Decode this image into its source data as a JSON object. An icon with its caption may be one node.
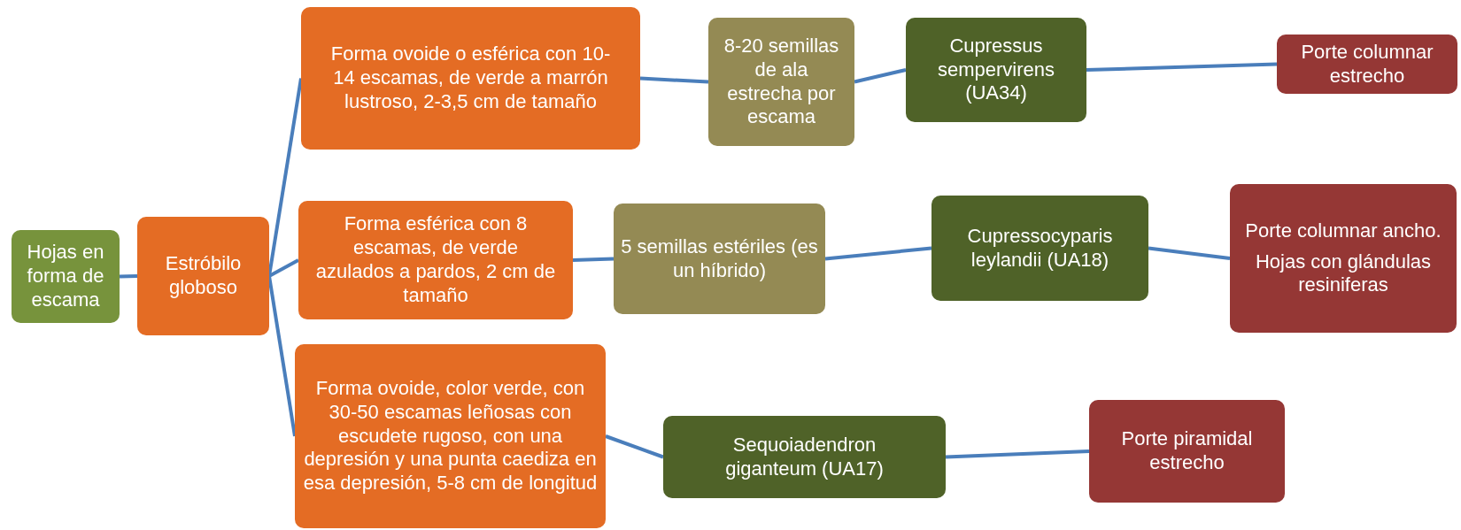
{
  "diagram": {
    "nodes": [
      {
        "text": [
          "Hojas en forma de escama"
        ]
      },
      {
        "text": [
          "Estróbilo globoso"
        ]
      },
      {
        "text": [
          "Forma ovoide o esférica con 10-14 escamas, de verde a marrón lustroso, 2-3,5 cm de tamaño"
        ]
      },
      {
        "text": [
          "8-20 semillas de ala estrecha por escama"
        ]
      },
      {
        "text": [
          "Cupressus sempervirens (UA34)"
        ]
      },
      {
        "text": [
          "Porte columnar estrecho"
        ]
      },
      {
        "text": [
          "Forma esférica con 8 escamas, de verde azulados a pardos, 2 cm de tamaño"
        ]
      },
      {
        "text": [
          "5 semillas estériles (es un híbrido)"
        ]
      },
      {
        "text": [
          "Cupressocyparis leylandii (UA18)"
        ]
      },
      {
        "text": [
          "Porte columnar ancho.",
          "Hojas con glándulas resiniferas"
        ]
      },
      {
        "text": [
          "Forma ovoide, color verde, con 30-50 escamas leñosas con escudete rugoso, con una depresión y una punta caediza en esa depresión, 5-8 cm de  longitud"
        ]
      },
      {
        "text": [
          "Sequoiadendron giganteum (UA17)"
        ]
      },
      {
        "text": [
          "Porte piramidal estrecho"
        ]
      }
    ],
    "edges": [
      {
        "from": 0,
        "to": 1,
        "arrow": "none"
      },
      {
        "from": 1,
        "to": 2,
        "arrow": "none"
      },
      {
        "from": 1,
        "to": 6,
        "arrow": "none"
      },
      {
        "from": 1,
        "to": 10,
        "arrow": "none"
      },
      {
        "from": 2,
        "to": 3,
        "arrow": "none"
      },
      {
        "from": 3,
        "to": 4,
        "arrow": "none"
      },
      {
        "from": 4,
        "to": 5,
        "arrow": "none"
      },
      {
        "from": 6,
        "to": 7,
        "arrow": "none"
      },
      {
        "from": 7,
        "to": 8,
        "arrow": "none"
      },
      {
        "from": 8,
        "to": 9,
        "arrow": "none"
      },
      {
        "from": 10,
        "to": 11,
        "arrow": "none"
      },
      {
        "from": 11,
        "to": 12,
        "arrow": "none"
      }
    ]
  }
}
